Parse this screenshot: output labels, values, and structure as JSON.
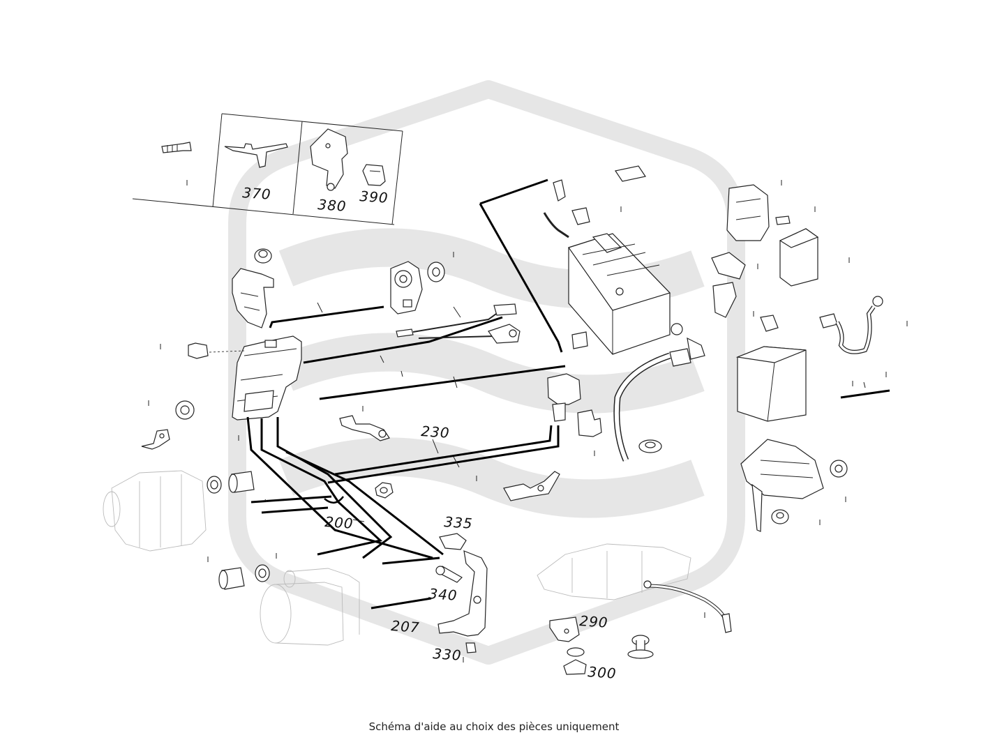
{
  "diagram": {
    "callouts": {
      "c370": "370",
      "c380": "380",
      "c390": "390",
      "c230": "230",
      "c200": "200",
      "c335": "335",
      "c340": "340",
      "c207": "207",
      "c330": "330",
      "c290": "290",
      "c300": "300"
    }
  },
  "caption": "Schéma d'aide au choix des pièces uniquement"
}
